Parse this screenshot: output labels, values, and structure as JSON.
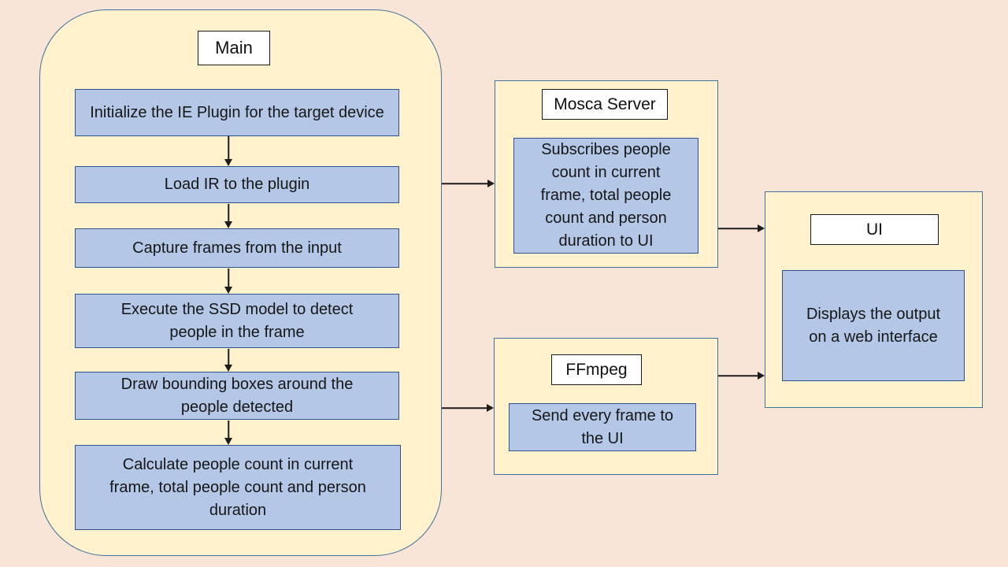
{
  "colors": {
    "background": "#f9e4d8",
    "container_fill": "#fff2cc",
    "container_border": "#41719c",
    "process_fill": "#b4c7e7",
    "process_border": "#2f528f",
    "title_fill": "#ffffff",
    "title_border": "#1a1a1a",
    "arrow": "#1c1c1c",
    "text": "#141414"
  },
  "main": {
    "title": "Main",
    "steps": [
      {
        "label": "Initialize the IE Plugin for the target device"
      },
      {
        "label": "Load IR to the plugin"
      },
      {
        "label": "Capture frames from the input"
      },
      {
        "label": "Execute the SSD model to detect people in the frame"
      },
      {
        "label": "Draw bounding boxes around the people detected"
      },
      {
        "label": "Calculate people count in current frame, total people count and person duration"
      }
    ]
  },
  "mosca": {
    "title": "Mosca Server",
    "description": "Subscribes people count in current frame, total people count and person duration to UI"
  },
  "ffmpeg": {
    "title": "FFmpeg",
    "description": "Send every frame to the UI"
  },
  "ui": {
    "title": "UI",
    "description": "Displays the output on a web interface"
  },
  "connections": [
    {
      "from": "main",
      "to": "mosca-server"
    },
    {
      "from": "main",
      "to": "ffmpeg"
    },
    {
      "from": "mosca-server",
      "to": "ui"
    },
    {
      "from": "ffmpeg",
      "to": "ui"
    }
  ]
}
